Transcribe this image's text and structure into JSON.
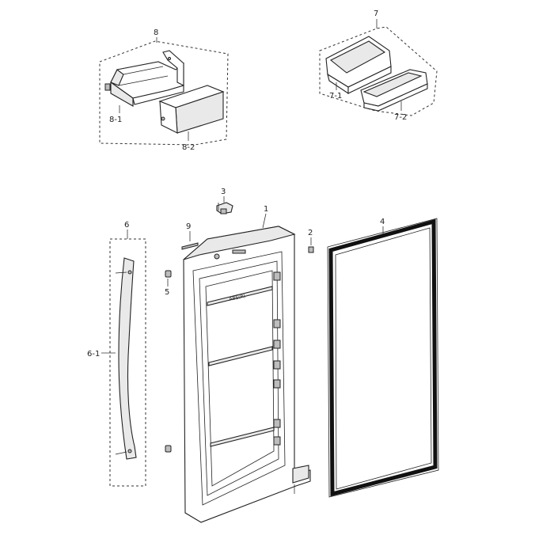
{
  "diagram": {
    "callouts": {
      "p1": "1",
      "p2": "2",
      "p3": "3",
      "p4": "4",
      "p5": "5",
      "p6": "6",
      "p6_1": "6-1",
      "p7": "7",
      "p7_1": "7-1",
      "p7_2": "7-2",
      "p8": "8",
      "p8_1": "8-1",
      "p8_2": "8-2",
      "p9": "9"
    },
    "door_marking": "ABS(R)"
  }
}
